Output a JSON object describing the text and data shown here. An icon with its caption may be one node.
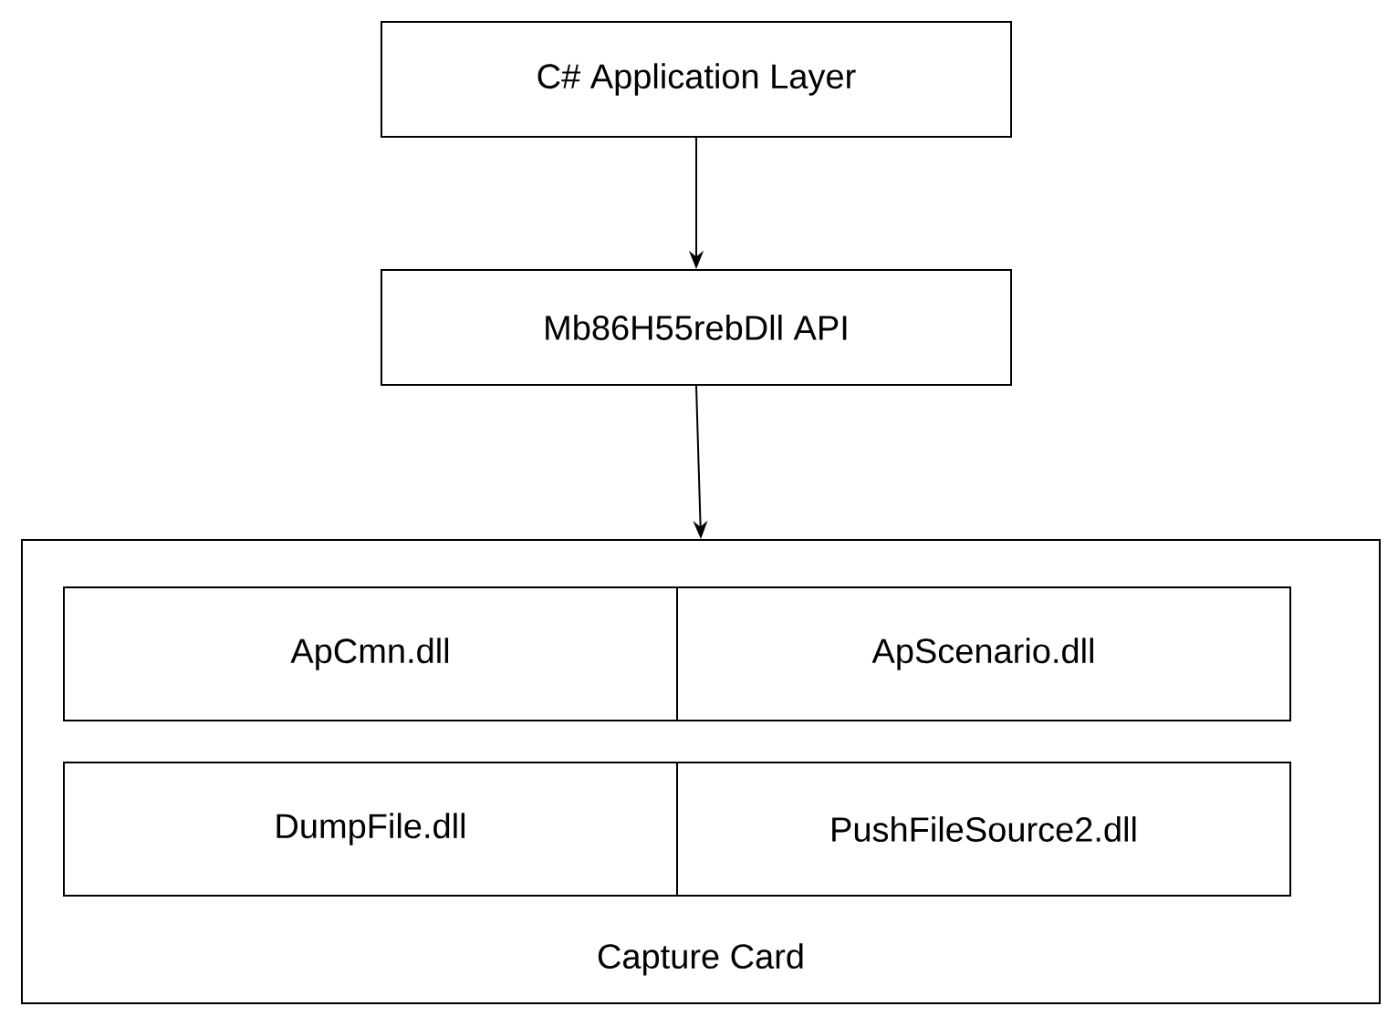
{
  "diagram": {
    "nodes": [
      {
        "text": [
          "C# Application Layer"
        ]
      },
      {
        "text": [
          "Mb86H55rebDll API"
        ]
      },
      {
        "text": [
          "Capture Card"
        ]
      },
      {
        "text": [
          "ApCmn.dll"
        ],
        "in": 2
      },
      {
        "text": [
          "ApScenario.dll"
        ],
        "in": 2
      },
      {
        "text": [
          "DumpFile.dll"
        ],
        "in": 2
      },
      {
        "text": [
          "PushFileSource2.dll"
        ],
        "in": 2
      }
    ],
    "edges": [
      {
        "from": 0,
        "to": 1,
        "arrow": "to"
      },
      {
        "from": 1,
        "to": 2,
        "arrow": "to"
      }
    ]
  }
}
